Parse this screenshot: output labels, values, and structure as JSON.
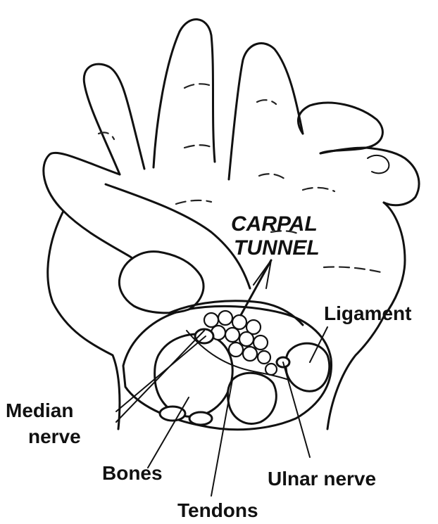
{
  "labels": {
    "carpal_tunnel_line1": "CARPAL",
    "carpal_tunnel_line2": "TUNNEL",
    "ligament": "Ligament",
    "median_nerve_line1": "Median",
    "median_nerve_line2": "nerve",
    "bones": "Bones",
    "tendons": "Tendons",
    "ulnar_nerve": "Ulnar nerve"
  }
}
